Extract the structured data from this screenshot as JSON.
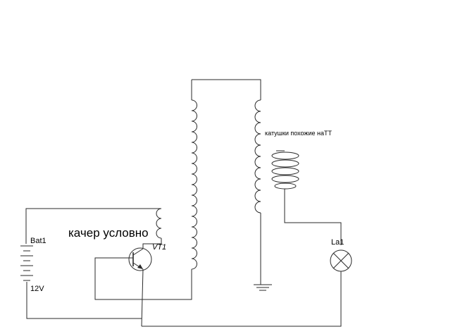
{
  "labels": {
    "battery_name": "Bat1",
    "battery_voltage": "12V",
    "transistor_name": "VT1",
    "lamp_name": "La1",
    "kacher_note": "качер условно",
    "coils_note": "катушки похожие наТТ"
  },
  "colors": {
    "wire": "#2a2a2a",
    "background": "#ffffff"
  }
}
